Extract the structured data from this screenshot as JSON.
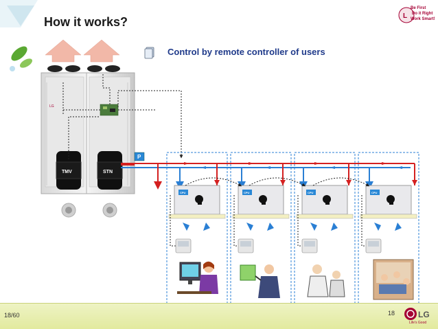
{
  "slide": {
    "title": "How it works?",
    "subtitle": "Control by remote controller of users",
    "page_counter": "18/60",
    "page_number": "18"
  },
  "branding": {
    "slogan_line1": "Be First",
    "slogan_line2": "Do it Right",
    "slogan_line3": "Work Smart!",
    "logo": "LG",
    "tagline": "Life's Good",
    "brand_color": "#a50034"
  },
  "outdoor_unit": {
    "badge": "LG",
    "compressor_left": "TMV",
    "compressor_right": "STN",
    "pipe_label": "P"
  },
  "indoor_units": [
    {
      "cpu_label": "CPU"
    },
    {
      "cpu_label": "CPU"
    },
    {
      "cpu_label": "CPU"
    },
    {
      "cpu_label": "CPU"
    }
  ],
  "colors": {
    "hot_pipe": "#d42020",
    "cold_pipe": "#2a7fd4",
    "accent_arrow": "#f2b8a8",
    "footer_bar": "#e6ecb0"
  }
}
